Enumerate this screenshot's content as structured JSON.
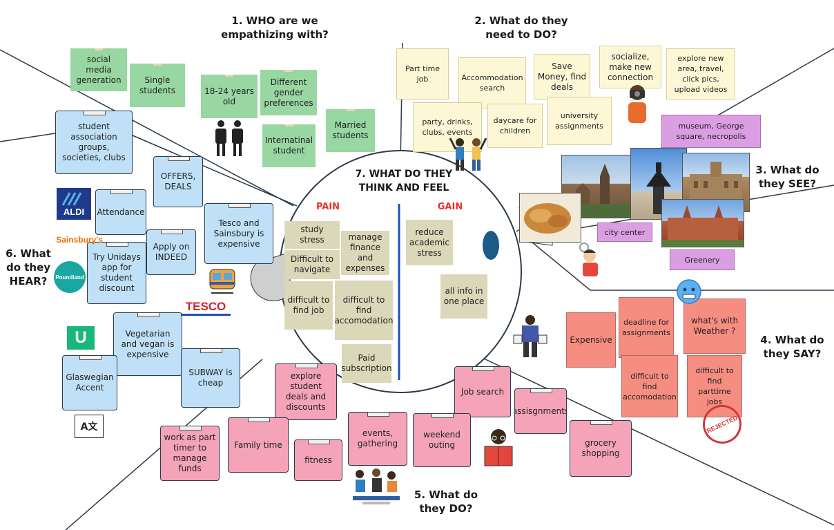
{
  "sections": {
    "who": {
      "line1": "1. WHO are we",
      "line2": "empathizing with?"
    },
    "do_need": {
      "line1": "2. What do they",
      "line2": "need to DO?"
    },
    "see": {
      "line1": "3. What do",
      "line2": "they SEE?"
    },
    "say": {
      "line1": "4. What do",
      "line2": "they SAY?"
    },
    "do": {
      "line1": "5. What do",
      "line2": "they DO?"
    },
    "hear": {
      "line1": "6. What",
      "line2": "do they",
      "line3": "HEAR?"
    },
    "think": {
      "line1": "7. WHAT DO THEY",
      "line2": "THINK AND FEEL"
    }
  },
  "pain_label": "PAIN",
  "gain_label": "GAIN",
  "who_notes": [
    "social media generation",
    "Single students",
    "18-24 years old",
    "Different gender preferences",
    "Internatinal student",
    "Married students"
  ],
  "need_notes": [
    "Part time job",
    "Accommodation search",
    "Save Money, find deals",
    "socialize, make new connection",
    "explore new area, travel, click pics, upload videos",
    "party, drinks, clubs, events",
    "daycare for children",
    "university assignments"
  ],
  "see_notes": [
    "museum, George square, necropolis",
    "city center",
    "Greenery"
  ],
  "pain_notes": [
    "study stress",
    "Difficult to navigate",
    "manage finance and expenses",
    "difficult to find job",
    "difficult to find accomodation",
    "Paid subscription"
  ],
  "gain_notes": [
    "reduce academic stress",
    "all info in one place"
  ],
  "say_notes": [
    "Expensive",
    "deadline for assignments",
    "what's with Weather ?",
    "difficult to find accomodation",
    "difficult to find parttime jobs"
  ],
  "do_notes": [
    "explore student deals and discounts",
    "Job search",
    "assisgnments",
    "events, gathering",
    "weekend outing",
    "grocery shopping",
    "work as part timer to manage funds",
    "Family time",
    "fitness"
  ],
  "hear_notes": [
    "student association groups, societies, clubs",
    "OFFERS, DEALS",
    "Attendance",
    "Tesco and Sainsbury is expensive",
    "Apply on INDEED",
    "Try Unidays app for student discount",
    "Vegetarian and vegan is expensive",
    "SUBWAY is cheap",
    "Glaswegian Accent"
  ],
  "logos": {
    "aldi": "ALDI",
    "sainsburys": "Sainsbury's",
    "poundland": "Poundland",
    "tesco": "TESCO",
    "unidays": "U"
  },
  "stamp": "REJECTED",
  "translate_glyph": "A文",
  "colors": {
    "who": "#98d7a2",
    "need": "#fdf7d6",
    "see": "#dc9ee3",
    "think": "#dad8b8",
    "hear": "#bfe0f6",
    "do": "#f4a3b9",
    "say": "#f58d80",
    "pain": "#e8322b",
    "divider": "#1b4fb8",
    "eye": "#1e5a86"
  },
  "icons": [
    "travellers-icon",
    "camera-person-icon",
    "dancing-friends-icon",
    "smoker-icon",
    "empty-pockets-icon",
    "reading-student-icon",
    "fitness-group-icon",
    "freezing-emoji-icon",
    "train-icon",
    "translate-icon"
  ]
}
